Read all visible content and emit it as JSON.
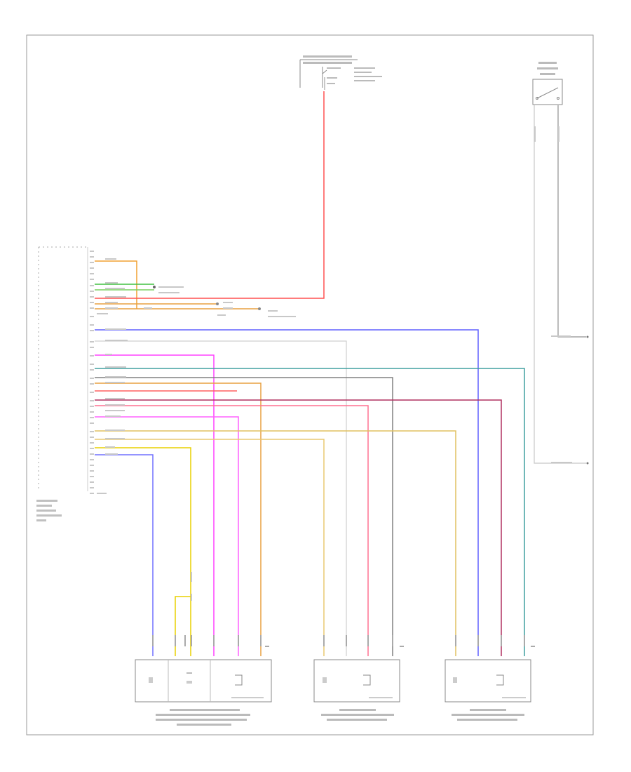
{
  "module_label": "",
  "ground_label": "",
  "wires": [
    {
      "name": "wire-orange-1",
      "color": "#f0a030"
    },
    {
      "name": "wire-green-1",
      "color": "#40c040"
    },
    {
      "name": "wire-green-2",
      "color": "#7bd060"
    },
    {
      "name": "wire-red-1",
      "color": "#ff5050"
    },
    {
      "name": "wire-orange-2",
      "color": "#e8a040"
    },
    {
      "name": "wire-blue-1",
      "color": "#6060ff"
    },
    {
      "name": "wire-gray-1",
      "color": "#cfcfcf"
    },
    {
      "name": "wire-magenta-1",
      "color": "#ff40ff"
    },
    {
      "name": "wire-teal-1",
      "color": "#40a0a0"
    },
    {
      "name": "wire-gray-2",
      "color": "#808080"
    },
    {
      "name": "wire-red-2",
      "color": "#ff6060"
    },
    {
      "name": "wire-purple-1",
      "color": "#b03060"
    },
    {
      "name": "wire-pink-1",
      "color": "#ff7090"
    },
    {
      "name": "wire-magenta-2",
      "color": "#ff60ff"
    },
    {
      "name": "wire-yellow-1",
      "color": "#e0c060"
    },
    {
      "name": "wire-yellow-2",
      "color": "#e8d000"
    },
    {
      "name": "wire-blue-2",
      "color": "#7070ff"
    }
  ]
}
